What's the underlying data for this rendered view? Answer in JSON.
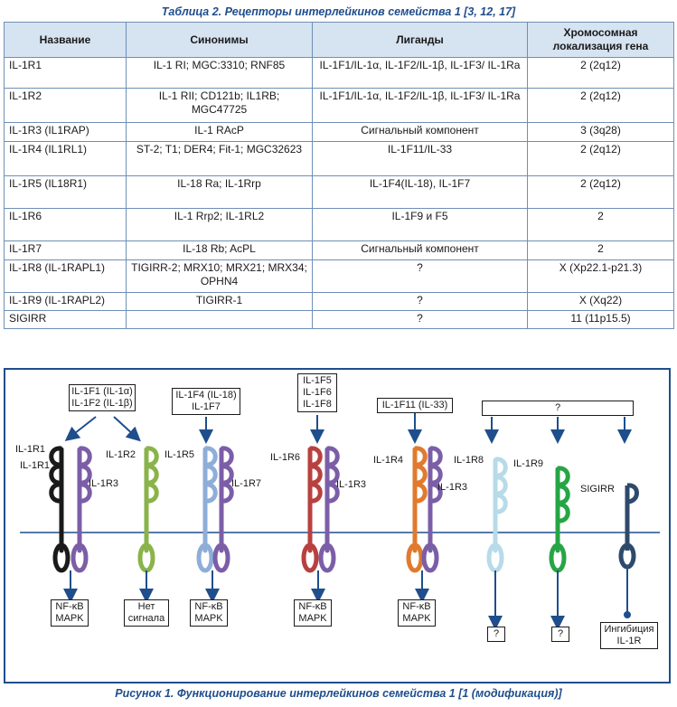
{
  "table_caption": "Таблица 2. Рецепторы интерлейкинов семейства 1 [3, 12, 17]",
  "table": {
    "headers": [
      "Название",
      "Синонимы",
      "Лиганды",
      "Хромосомная локализация гена"
    ],
    "rows": [
      [
        "IL-1R1",
        "IL-1 RI; MGC:3310; RNF85",
        "IL-1F1/IL-1α, IL-1F2/IL-1β, IL-1F3/ IL-1Ra",
        "2 (2q12)"
      ],
      [
        "IL-1R2",
        "IL-1 RII; CD121b; IL1RB; MGC47725",
        "IL-1F1/IL-1α, IL-1F2/IL-1β, IL-1F3/ IL-1Ra",
        "2 (2q12)"
      ],
      [
        "IL-1R3 (IL1RAP)",
        "IL-1 RAcP",
        "Сигнальный компонент",
        "3 (3q28)"
      ],
      [
        "IL-1R4 (IL1RL1)",
        "ST-2; T1; DER4; Fit-1; MGC32623",
        "IL-1F11/IL-33",
        "2 (2q12)"
      ],
      [
        "IL-1R5 (IL18R1)",
        "IL-18 Ra; IL-1Rrp",
        "IL-1F4(IL-18), IL-1F7",
        "2 (2q12)"
      ],
      [
        "IL-1R6",
        "IL-1 Rrp2; IL-1RL2",
        "IL-1F9 и F5",
        "2"
      ],
      [
        "IL-1R7",
        "IL-18 Rb; AcPL",
        "Сигнальный компонент",
        "2"
      ],
      [
        "IL-1R8 (IL-1RAPL1)",
        "TIGIRR-2; MRX10; MRX21; MRX34; OPHN4",
        "?",
        "X (Xp22.1-p21.3)"
      ],
      [
        "IL-1R9 (IL-1RAPL2)",
        "TIGIRR-1",
        "?",
        "X (Xq22)"
      ],
      [
        "SIGIRR",
        "",
        "?",
        "11 (11p15.5)"
      ]
    ]
  },
  "figure": {
    "caption": "Рисунок 1. Функционирование интерлейкинов семейства 1 [1 (модификация)]",
    "ligand_boxes": [
      {
        "lines": [
          "IL-1F1 (IL-1α)",
          "IL-1F2 (IL-1β)"
        ]
      },
      {
        "lines": [
          "IL-1F4 (IL-18)",
          "IL-1F7"
        ]
      },
      {
        "lines": [
          "IL-1F5",
          "IL-1F6",
          "IL-1F8"
        ]
      },
      {
        "lines": [
          "IL-1F11 (IL-33)"
        ]
      },
      {
        "lines": [
          "?"
        ]
      }
    ],
    "receptor_labels": {
      "r1a": "IL-1R1",
      "r1b": "IL-1R1",
      "r3a": "IL-1R3",
      "r2": "IL-1R2",
      "r5": "IL-1R5",
      "r7": "IL-1R7",
      "r6": "IL-1R6",
      "r3b": "IL-1R3",
      "r4": "IL-1R4",
      "r3c": "IL-1R3",
      "r8": "IL-1R8",
      "r9": "IL-1R9",
      "sigirr": "SIGIRR"
    },
    "outputs": [
      {
        "lines": [
          "NF-κB",
          "MAPK"
        ]
      },
      {
        "lines": [
          "Нет",
          "сигнала"
        ]
      },
      {
        "lines": [
          "NF-κB",
          "MAPK"
        ]
      },
      {
        "lines": [
          "NF-κB",
          "MAPK"
        ]
      },
      {
        "lines": [
          "NF-κB",
          "MAPK"
        ]
      },
      {
        "lines": [
          "?"
        ]
      },
      {
        "lines": [
          "?"
        ]
      },
      {
        "lines": [
          "Ингибиция",
          "IL-1R"
        ]
      }
    ],
    "colors": {
      "border": "#1f4e8c",
      "arrow": "#1f4e8c",
      "membrane": "#1f4e8c",
      "il1r1": "#1a1a1a",
      "il1r3": "#7b5ea7",
      "il1r2": "#8ab34a",
      "il1r5": "#8eaed8",
      "il1r6": "#b8413f",
      "il1r4": "#e07a2e",
      "il1r8": "#b7dbe8",
      "il1r9": "#27a545",
      "sigirr": "#2e4a6b"
    }
  }
}
